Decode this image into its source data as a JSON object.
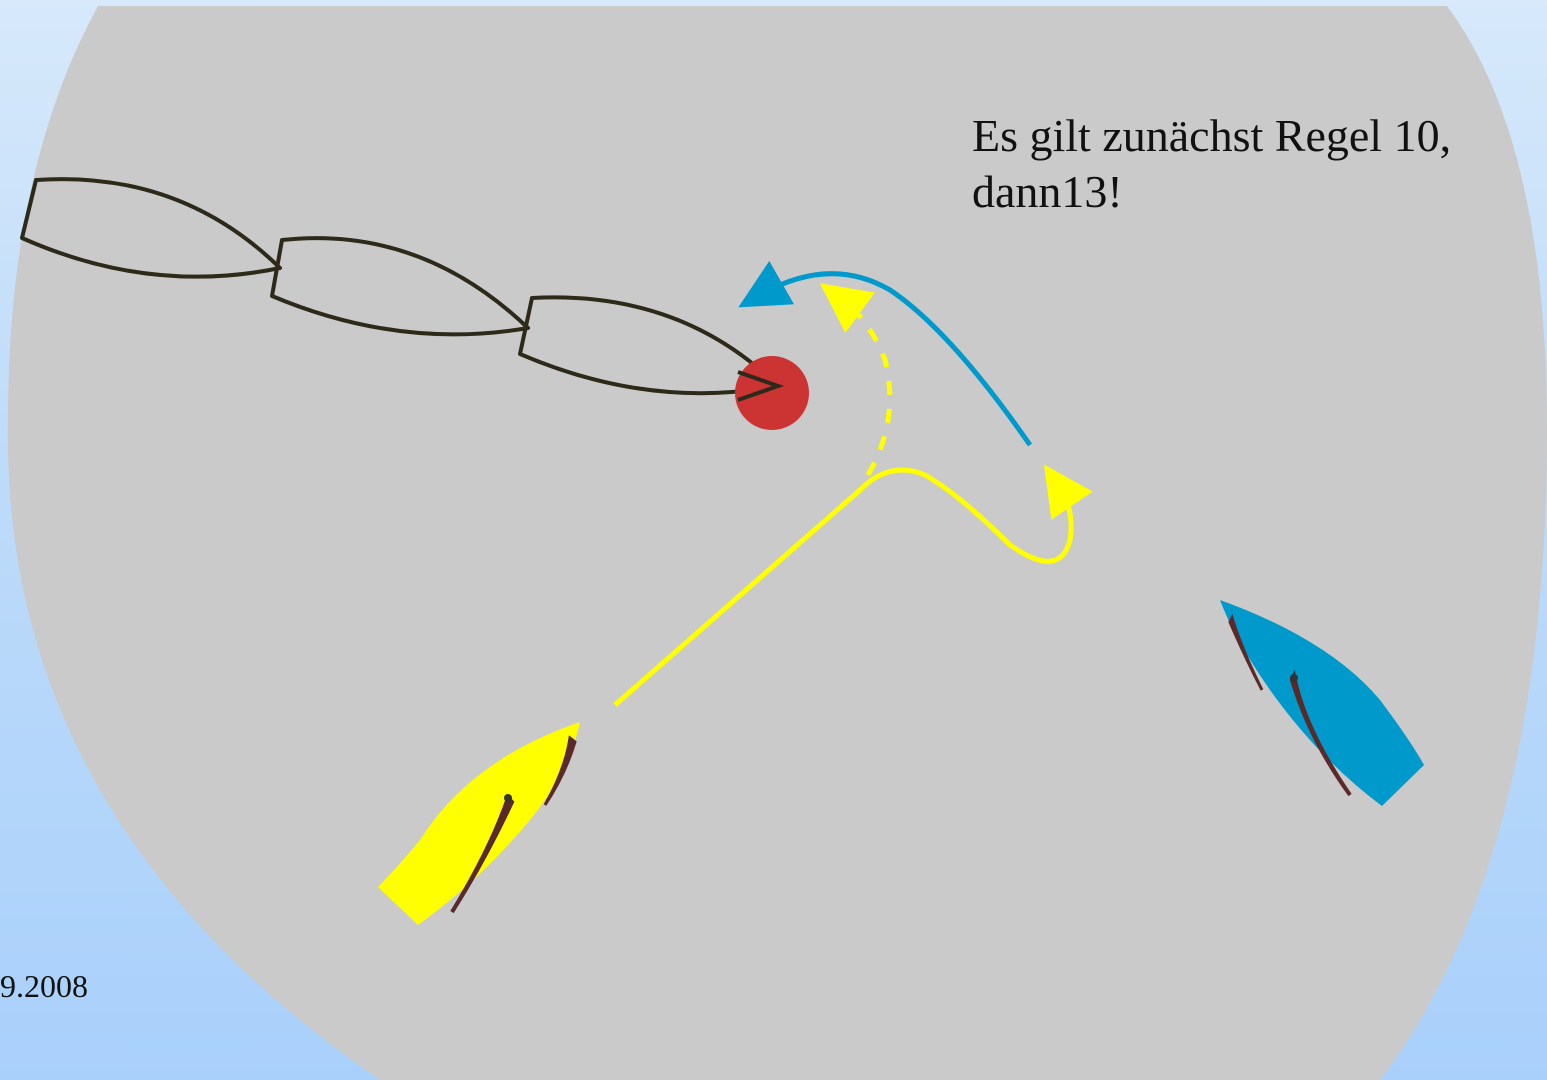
{
  "caption": {
    "line1": "Es gilt zunächst Regel 10,",
    "line2": "dann13!"
  },
  "footer": {
    "date": "9.2008"
  },
  "colors": {
    "background_light": "#d7e9fb",
    "background_dark": "#a9d0fb",
    "water": "#cacaca",
    "mark": "#cc3333",
    "yellow_boat": "#ffff00",
    "blue_boat": "#0099cc",
    "sail": "#5a2a2a",
    "outline_boats": "#2d2a1a"
  },
  "icons": {
    "mark": "red-buoy",
    "yellow_boat": "yellow-sailboat",
    "blue_boat": "blue-sailboat"
  }
}
